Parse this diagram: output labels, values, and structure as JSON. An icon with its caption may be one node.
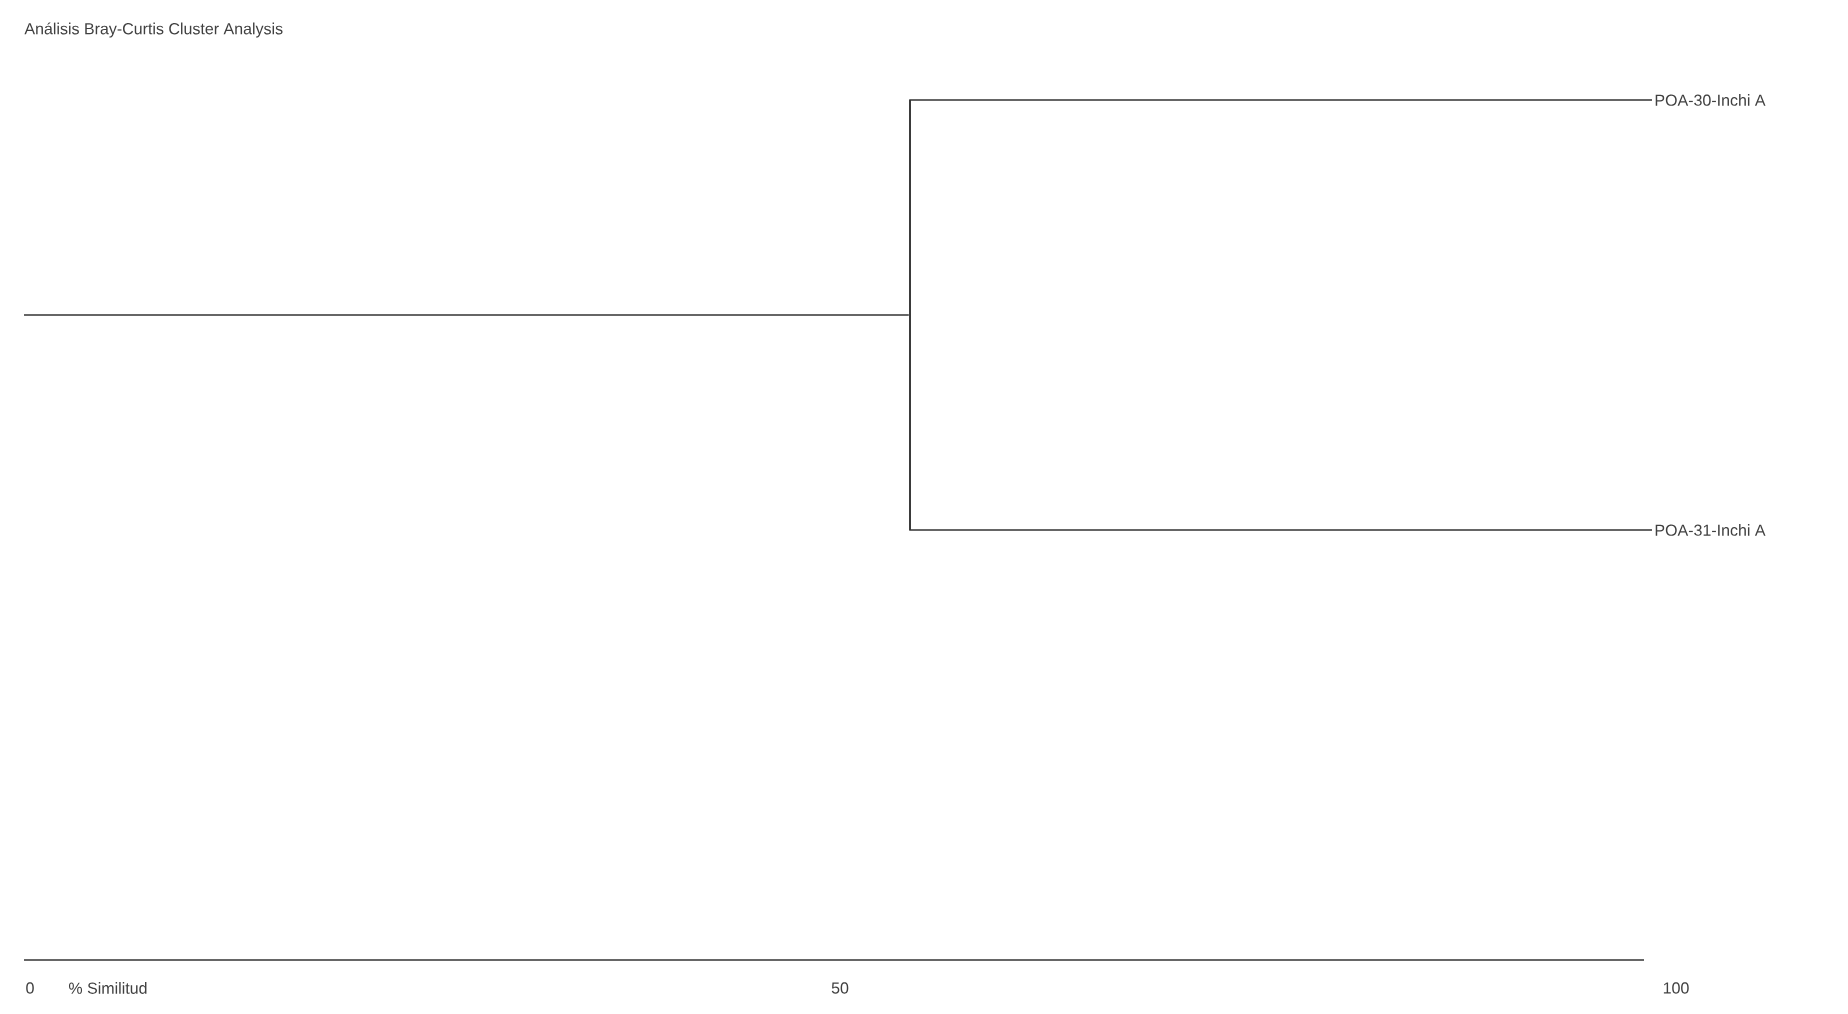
{
  "diagram": {
    "title": "Análisis Bray-Curtis Cluster Analysis",
    "nodes": [
      {
        "text": [
          "POA-30-Inchi A"
        ]
      },
      {
        "text": [
          "POA-31-Inchi A"
        ]
      },
      {
        "text": [],
        "shape": "bar"
      }
    ],
    "edges": [
      {
        "from": 2,
        "to": 0,
        "arrow": "none"
      },
      {
        "from": 2,
        "to": 1,
        "arrow": "none"
      },
      {
        "from": null,
        "to": 2,
        "arrow": "none"
      }
    ],
    "labels": [
      "0",
      "% Similitud",
      "50",
      "100"
    ]
  }
}
